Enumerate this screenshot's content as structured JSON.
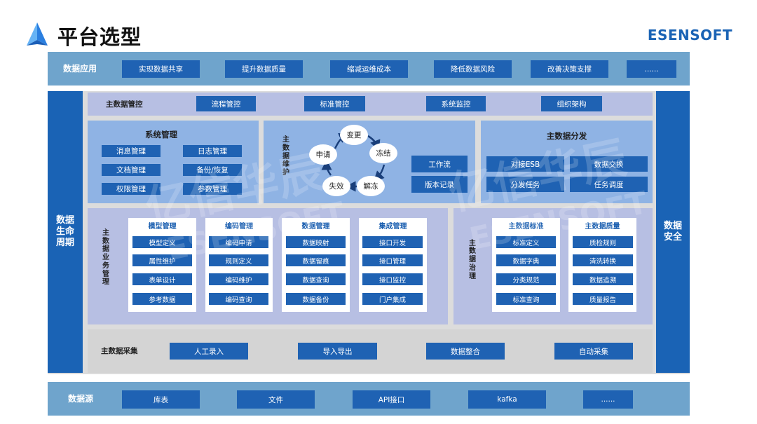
{
  "header": {
    "title": "平台选型",
    "brand": "ESENSOFT"
  },
  "data_app": {
    "label": "数据应用",
    "items": [
      "实现数据共享",
      "提升数据质量",
      "缩减运维成本",
      "降低数据风险",
      "改善决策支撑",
      "......"
    ]
  },
  "left_side": "数据生命周期",
  "right_side": "数据安全",
  "control": {
    "label": "主数据管控",
    "items": [
      "流程管控",
      "标准管控",
      "系统监控",
      "组织架构"
    ]
  },
  "sys_mgmt": {
    "title": "系统管理",
    "items": [
      "消息管理",
      "日志管理",
      "文档管理",
      "备份/恢复",
      "权限管理",
      "参数管理"
    ]
  },
  "maintain": {
    "label": "主数据维护",
    "cycle": [
      "变更",
      "冻结",
      "解冻",
      "失效",
      "申请"
    ],
    "buttons": [
      "工作流",
      "版本记录"
    ]
  },
  "dist": {
    "title": "主数据分发",
    "items": [
      "对接ESB",
      "数据交换",
      "分发任务",
      "任务调度"
    ]
  },
  "biz": {
    "label": "主数据业务管理",
    "columns": [
      {
        "head": "模型管理",
        "items": [
          "模型定义",
          "属性维护",
          "表单设计",
          "参考数据"
        ]
      },
      {
        "head": "编码管理",
        "items": [
          "编码申请",
          "规则定义",
          "编码维护",
          "编码查询"
        ]
      },
      {
        "head": "数据管理",
        "items": [
          "数据映射",
          "数据留痕",
          "数据查询",
          "数据备份"
        ]
      },
      {
        "head": "集成管理",
        "items": [
          "接口开发",
          "接口管理",
          "接口监控",
          "门户集成"
        ]
      }
    ]
  },
  "gov": {
    "label": "主数据治理",
    "columns": [
      {
        "head": "主数据标准",
        "items": [
          "标准定义",
          "数据字典",
          "分类规范",
          "标准查询"
        ]
      },
      {
        "head": "主数据质量",
        "items": [
          "质检规则",
          "清洗转换",
          "数据追溯",
          "质量报告"
        ]
      }
    ]
  },
  "collect": {
    "label": "主数据采集",
    "items": [
      "人工录入",
      "导入导出",
      "数据整合",
      "自动采集"
    ]
  },
  "source": {
    "label": "数据源",
    "items": [
      "库表",
      "文件",
      "API接口",
      "kafka",
      "......"
    ]
  },
  "colors": {
    "primary": "#1a63b5",
    "button": "#1f62b3",
    "panel": "#8fb3e4",
    "band": "#6fa4cc"
  }
}
